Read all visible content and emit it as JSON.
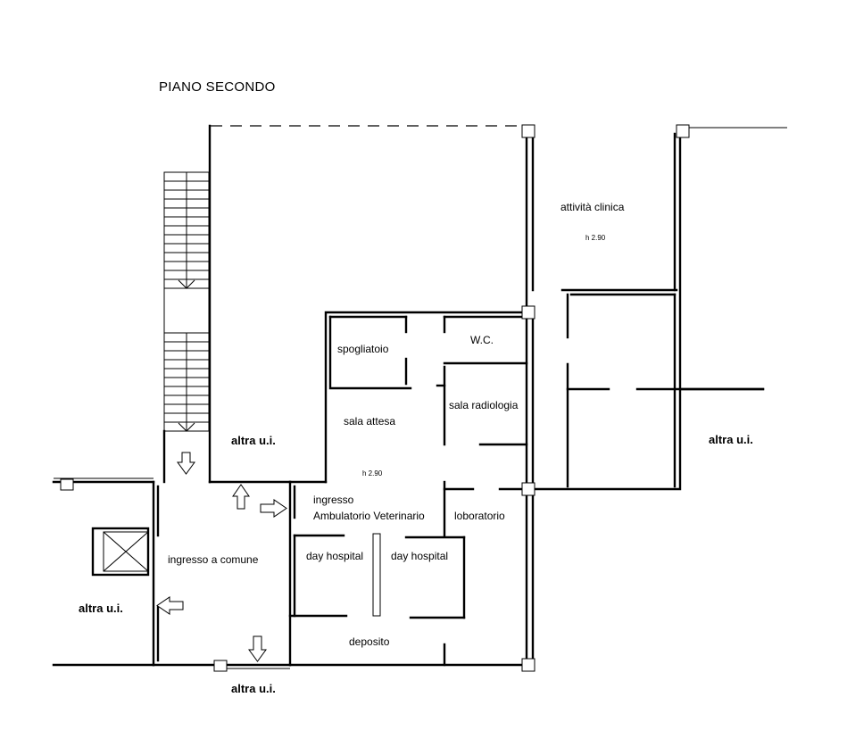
{
  "title": "PIANO SECONDO",
  "rooms": {
    "attivita_clinica": "attività clinica",
    "spogliatoio": "spogliatoio",
    "wc": "W.C.",
    "sala_radiologia": "sala radiologia",
    "sala_attesa": "sala attesa",
    "ingresso": "ingresso",
    "ambulatorio": "Ambulatorio Veterinario",
    "laboratorio": "loboratorio",
    "day_hospital_1": "day hospital",
    "day_hospital_2": "day hospital",
    "deposito": "deposito",
    "ingresso_comune": "ingresso a comune"
  },
  "heights": {
    "clinica": "h 2.90",
    "attesa": "h 2.90"
  },
  "neighbours": {
    "middle": "altra u.i.",
    "right": "altra u.i.",
    "left": "altra u.i.",
    "bottom": "altra u.i."
  }
}
